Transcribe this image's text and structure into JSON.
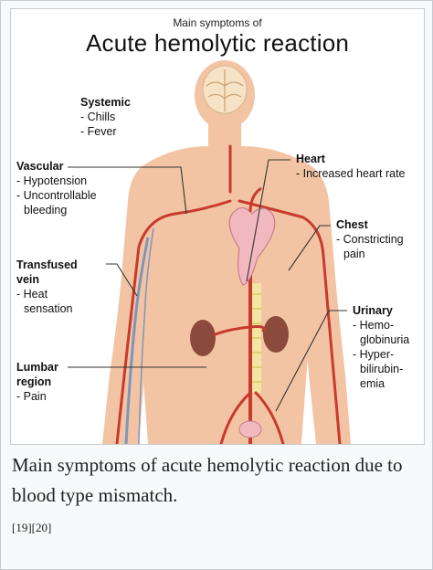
{
  "figure": {
    "title_small": "Main symptoms of",
    "title_big": "Acute hemolytic reaction",
    "groups": {
      "systemic": {
        "head": "Systemic",
        "items": [
          "- Chills",
          "- Fever"
        ]
      },
      "vascular": {
        "head": "Vascular",
        "items": [
          "- Hypotension",
          "- Uncontrollable",
          "bleeding"
        ]
      },
      "transfused": {
        "head": "Transfused",
        "head2": "vein",
        "items": [
          "- Heat",
          "sensation"
        ]
      },
      "lumbar": {
        "head": "Lumbar",
        "head2": "region",
        "items": [
          "- Pain"
        ]
      },
      "heart": {
        "head": "Heart",
        "items": [
          "- Increased heart rate"
        ]
      },
      "chest": {
        "head": "Chest",
        "items": [
          "- Constricting",
          "pain"
        ]
      },
      "urinary": {
        "head": "Urinary",
        "items": [
          "- Hemo-",
          "globinuria",
          "- Hyper-",
          "bilirubin-",
          "emia"
        ]
      }
    },
    "colors": {
      "skin": "#f2c4a4",
      "artery": "#c83a2e",
      "vein": "#7f96b8",
      "kidney": "#8b4a3c",
      "spine": "#f3e6a2",
      "heart": "#f2b8c0",
      "brain": "#f6e3c6"
    }
  },
  "caption": {
    "text": "Main symptoms of acute hemolytic reaction due to blood type mismatch.",
    "refs": [
      "[19]",
      "[20]"
    ]
  }
}
